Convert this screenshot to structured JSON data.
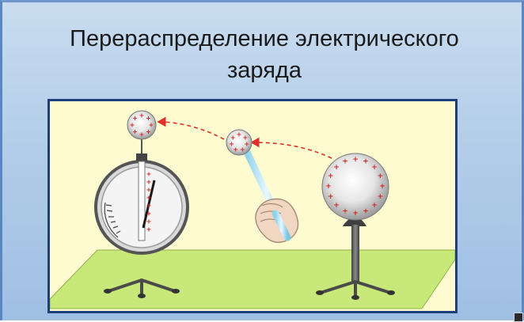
{
  "slide": {
    "title_line1": "Перераспределение электрического",
    "title_line2": "заряда"
  },
  "colors": {
    "background": "#b3cde9",
    "panel": "#fefbd0",
    "panel_border": "#1e3f7a",
    "table": "#c8e879",
    "charge": "#d42020",
    "arrow": "#e0302a",
    "metal": "#5c5c5c"
  },
  "charges": {
    "symbol": "+",
    "electroscope_ball_count": 8,
    "probe_ball_count": 7,
    "large_sphere_count": 16,
    "electroscope_column_count": 8
  }
}
